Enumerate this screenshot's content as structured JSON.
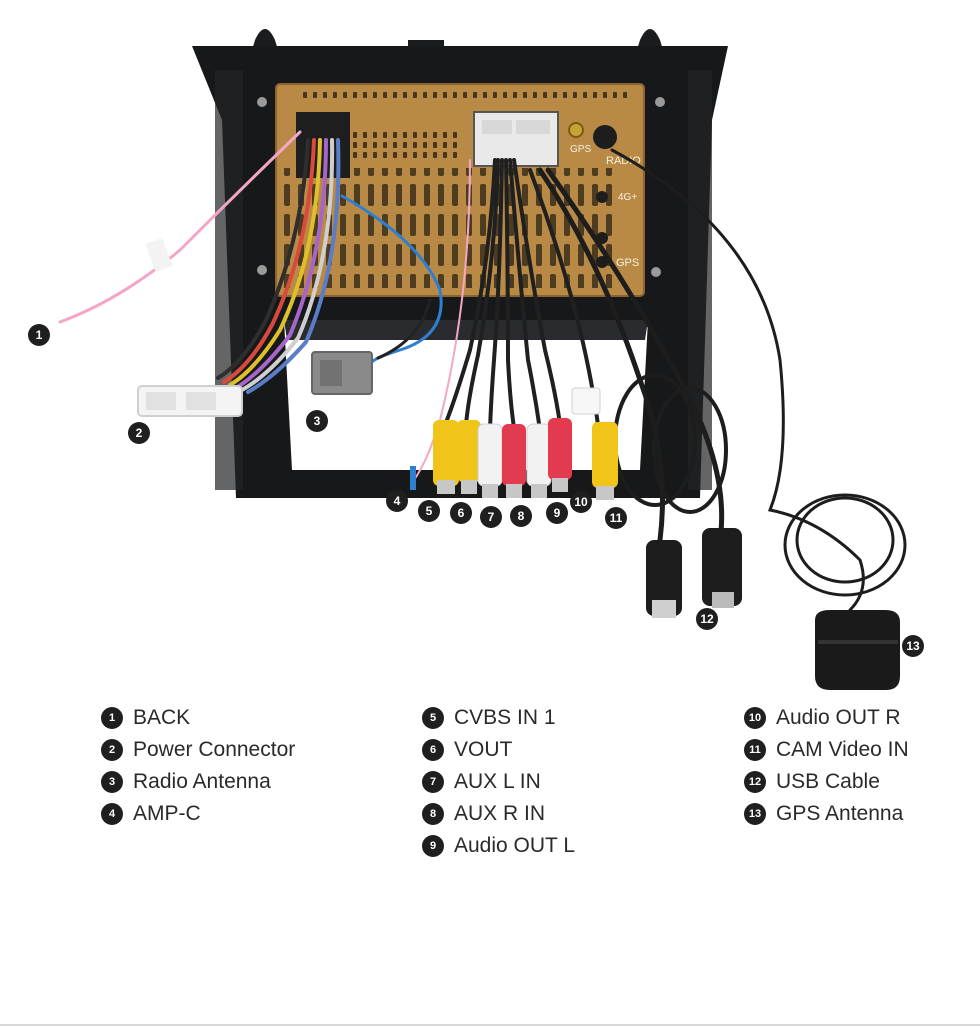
{
  "panel_labels": {
    "gps_small": "GPS",
    "radio": "RADIO",
    "fourg": "4G+",
    "gps": "GPS"
  },
  "callouts": [
    "1",
    "2",
    "3",
    "4",
    "5",
    "6",
    "7",
    "8",
    "9",
    "10",
    "11",
    "12",
    "13"
  ],
  "legend": {
    "col1": [
      {
        "num": "1",
        "label": "BACK"
      },
      {
        "num": "2",
        "label": "Power Connector"
      },
      {
        "num": "3",
        "label": "Radio Antenna"
      },
      {
        "num": "4",
        "label": "AMP-C"
      }
    ],
    "col2": [
      {
        "num": "5",
        "label": "CVBS IN 1"
      },
      {
        "num": "6",
        "label": "VOUT"
      },
      {
        "num": "7",
        "label": "AUX L IN"
      },
      {
        "num": "8",
        "label": "AUX R IN"
      },
      {
        "num": "9",
        "label": "Audio OUT L"
      }
    ],
    "col3": [
      {
        "num": "10",
        "label": "Audio OUT R"
      },
      {
        "num": "11",
        "label": "CAM Video IN"
      },
      {
        "num": "12",
        "label": "USB Cable"
      },
      {
        "num": "13",
        "label": "GPS Antenna"
      }
    ]
  },
  "colors": {
    "frame": "#17181a",
    "board": "#b98a45",
    "rca_yellow": "#f0c419",
    "rca_white": "#f2f2f2",
    "rca_red": "#e23a4e",
    "wire_pink": "#f4a6c8",
    "wire_blue": "#2f7fd1"
  }
}
